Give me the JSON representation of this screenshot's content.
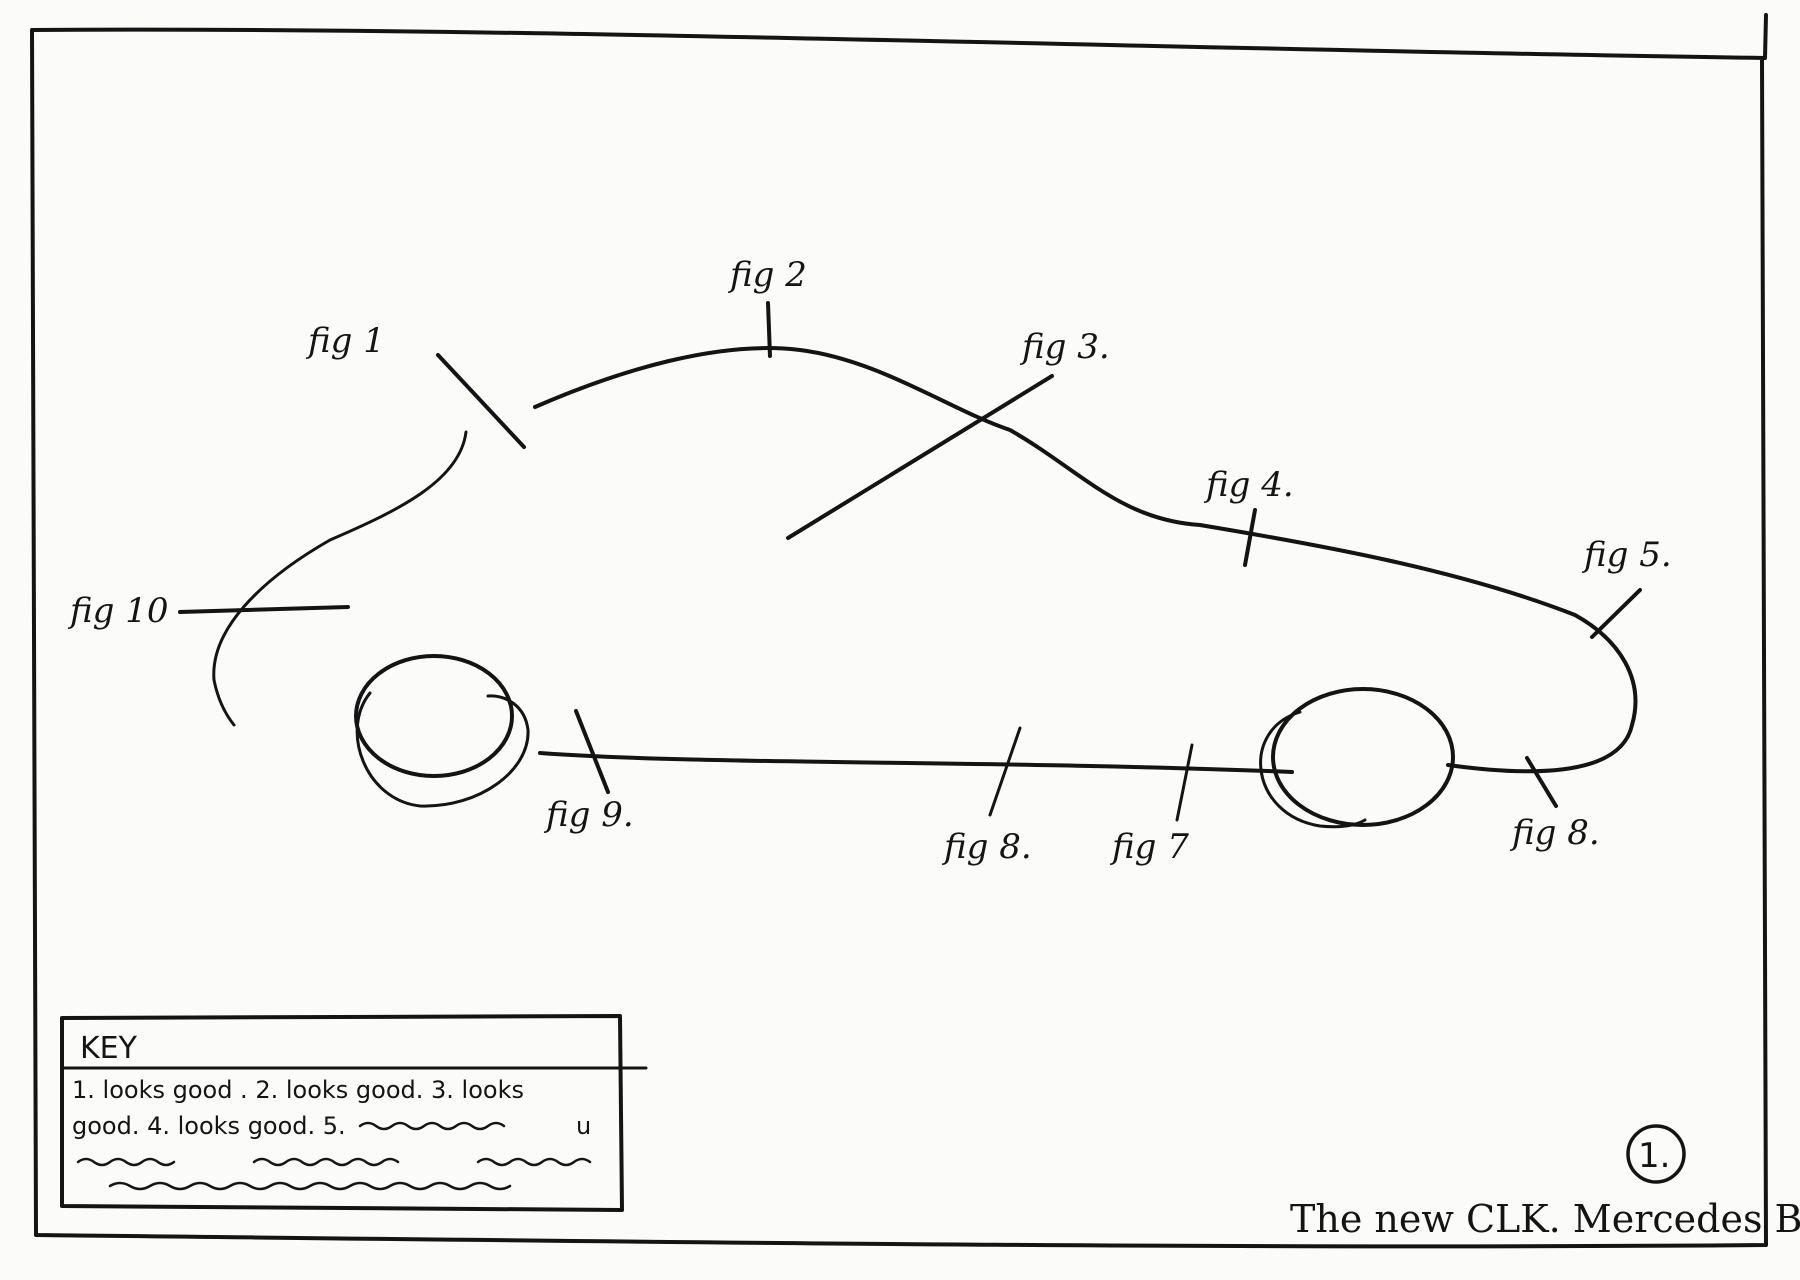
{
  "figure_labels": {
    "fig1": "fig 1",
    "fig2": "fig 2",
    "fig3": "fig 3.",
    "fig4": "fig 4.",
    "fig5": "fig 5.",
    "fig6": "fig 8.",
    "fig7": "fig 7",
    "fig8": "fig 8.",
    "fig9": "fig 9.",
    "fig10": "fig 10"
  },
  "key": {
    "title": "KEY",
    "line1": "1. looks good . 2. looks good. 3. looks",
    "line2": "good. 4. looks good. 5."
  },
  "page_number": "1.",
  "caption": "The new CLK. Mercedes Benz"
}
